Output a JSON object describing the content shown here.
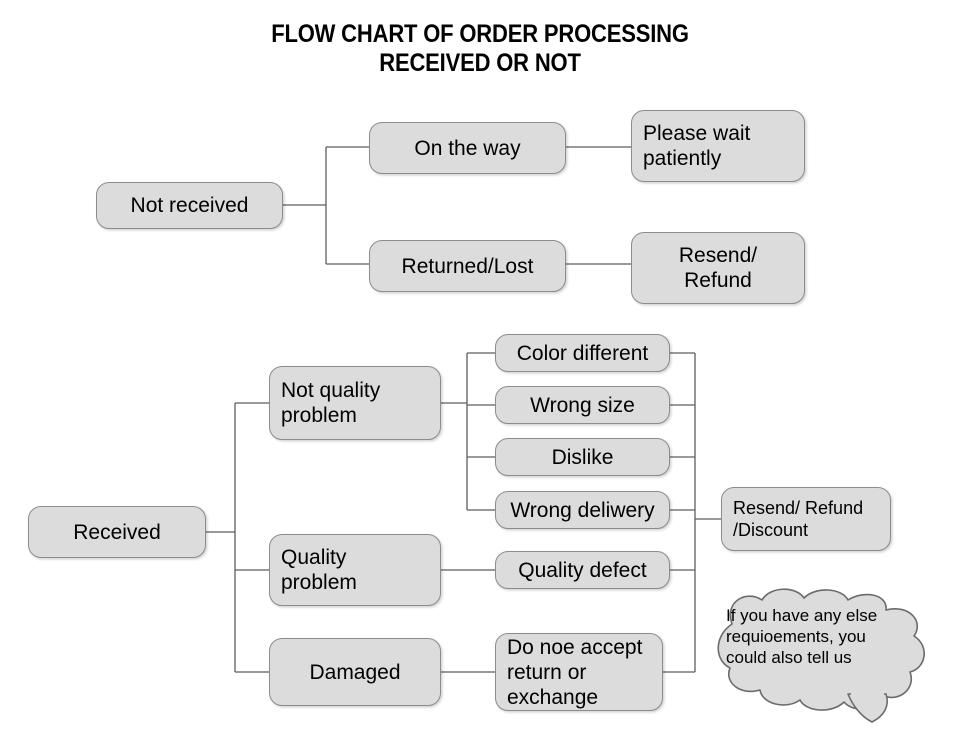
{
  "page": {
    "title_line1": "FLOW CHART OF ORDER PROCESSING",
    "title_line2": "RECEIVED OR NOT",
    "title": "FLOW CHART OF ORDER PROCESSING\nRECEIVED OR NOT",
    "background_color": "#ffffff",
    "node_fill_color": "#dcdcdc",
    "node_border_color": "#8c8c8c",
    "connector_color": "#5e5e5e",
    "text_color": "#000000"
  },
  "chart_data": {
    "type": "diagram",
    "title": "FLOW CHART OF ORDER PROCESSING RECEIVED OR NOT",
    "branches": [
      {
        "root": "Not received",
        "children": [
          {
            "label": "On the way",
            "result": "Please wait patiently"
          },
          {
            "label": "Returned/Lost",
            "result": "Resend/\nRefund"
          }
        ]
      },
      {
        "root": "Received",
        "children": [
          {
            "label": "Not quality\nproblem",
            "reasons": [
              "Color different",
              "Wrong size",
              "Dislike",
              "Wrong deliwery"
            ],
            "result": "Resend/ Refund\n/Discount"
          },
          {
            "label": "Quality\nproblem",
            "reasons": [
              "Quality defect"
            ],
            "result": "Resend/ Refund\n/Discount"
          },
          {
            "label": "Damaged",
            "reasons": [
              "Do noe accept\nreturn or\nexchange"
            ],
            "result": ""
          }
        ]
      }
    ],
    "note": "If you have any else\nrequioements, you\ncould also tell us"
  },
  "top_chart": {
    "root": "Not received",
    "on_the_way": "On the way",
    "please_wait": "Please wait\npatiently",
    "returned_lost": "Returned/Lost",
    "resend_refund": "Resend/\nRefund"
  },
  "bottom_chart": {
    "root": "Received",
    "not_quality_problem": "Not quality\nproblem",
    "quality_problem": "Quality\nproblem",
    "damaged": "Damaged",
    "color_different": "Color different",
    "wrong_size": "Wrong size",
    "dislike": "Dislike",
    "wrong_deliwery": "Wrong deliwery",
    "quality_defect": "Quality defect",
    "do_not_accept": "Do noe accept\nreturn or\nexchange",
    "resend_refund_discount": "Resend/ Refund\n/Discount"
  },
  "callout": {
    "text": "If you have any else\nrequioements, you\ncould also tell us"
  }
}
